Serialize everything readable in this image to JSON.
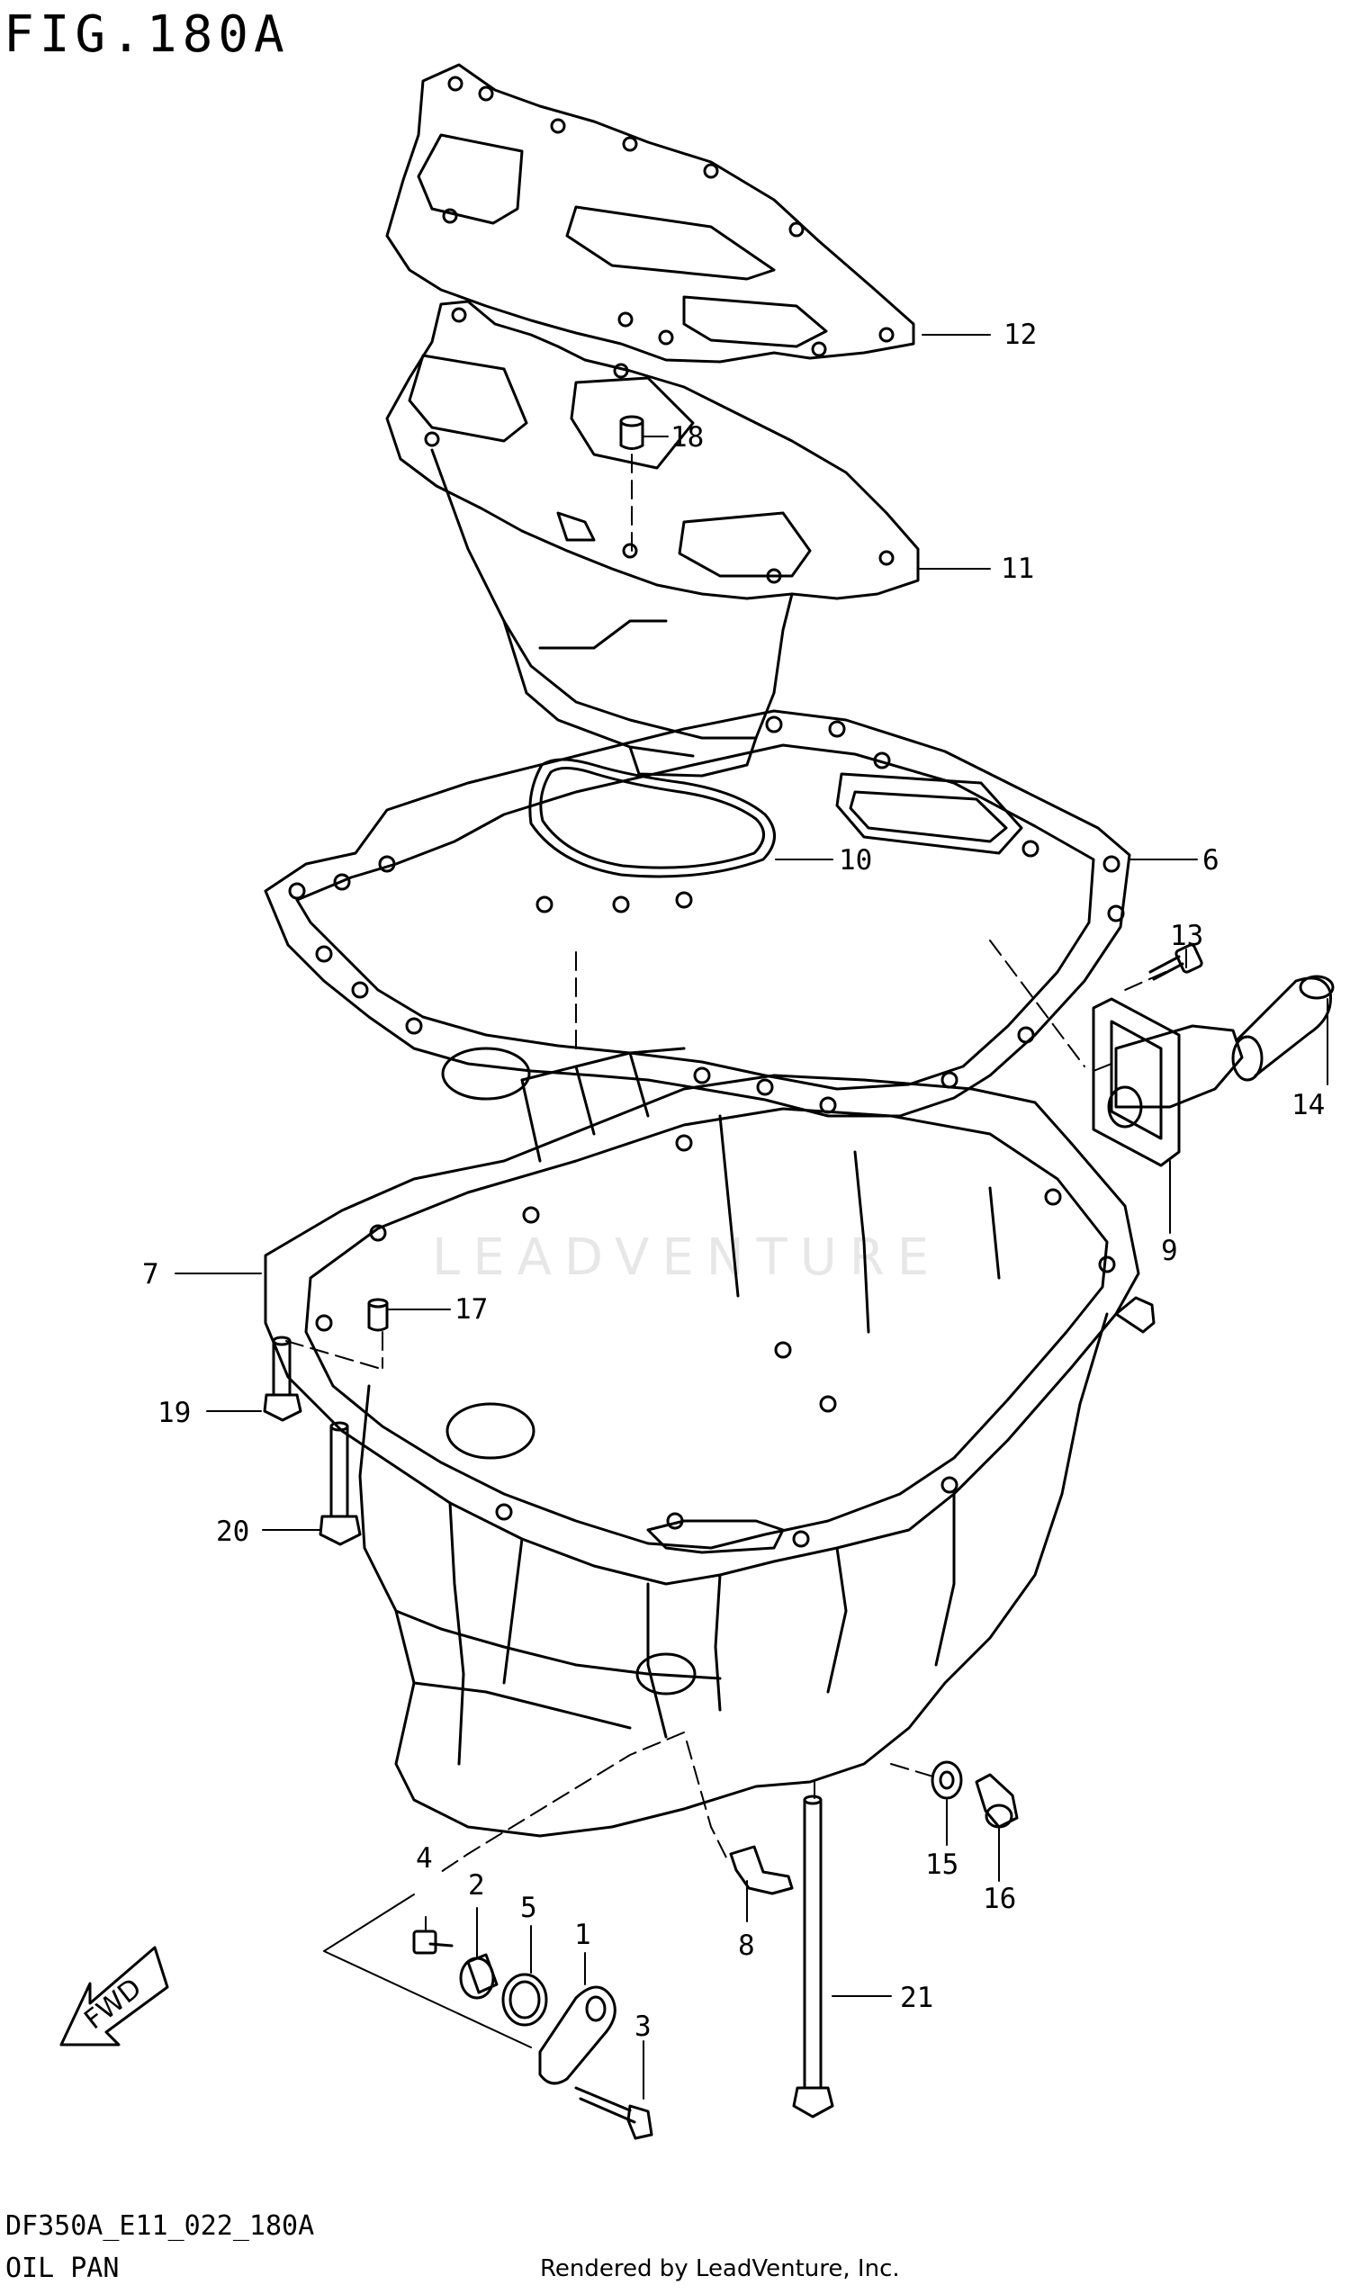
{
  "figure": {
    "title": "FIG.180A",
    "code": "DF350A_E11_022_180A",
    "name": "OIL PAN",
    "credit": "Rendered by LeadVenture, Inc.",
    "watermark": "LEADVENTURE",
    "direction_arrow": "FWD"
  },
  "callouts": [
    "1",
    "2",
    "3",
    "4",
    "5",
    "6",
    "7",
    "8",
    "9",
    "10",
    "11",
    "12",
    "13",
    "14",
    "15",
    "16",
    "17",
    "18",
    "19",
    "20",
    "21"
  ]
}
